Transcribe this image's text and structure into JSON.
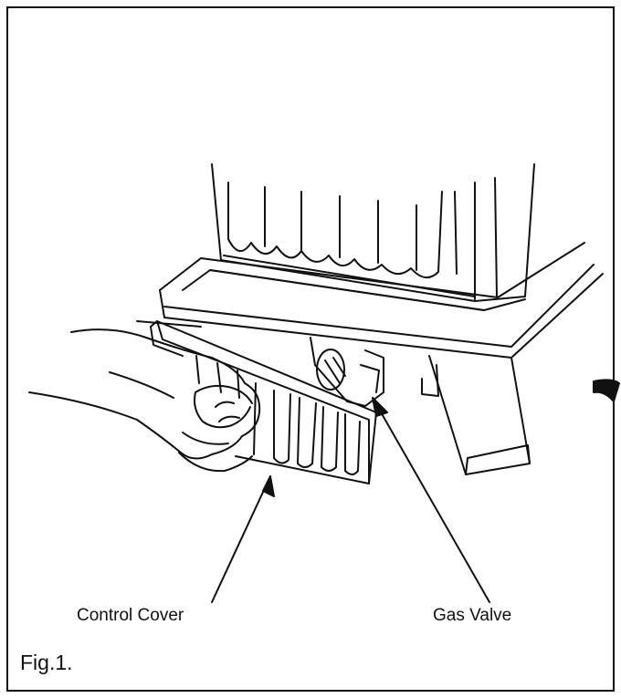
{
  "labels": {
    "control_cover": "Control Cover",
    "gas_valve": "Gas Valve"
  },
  "caption": "Fig.1."
}
